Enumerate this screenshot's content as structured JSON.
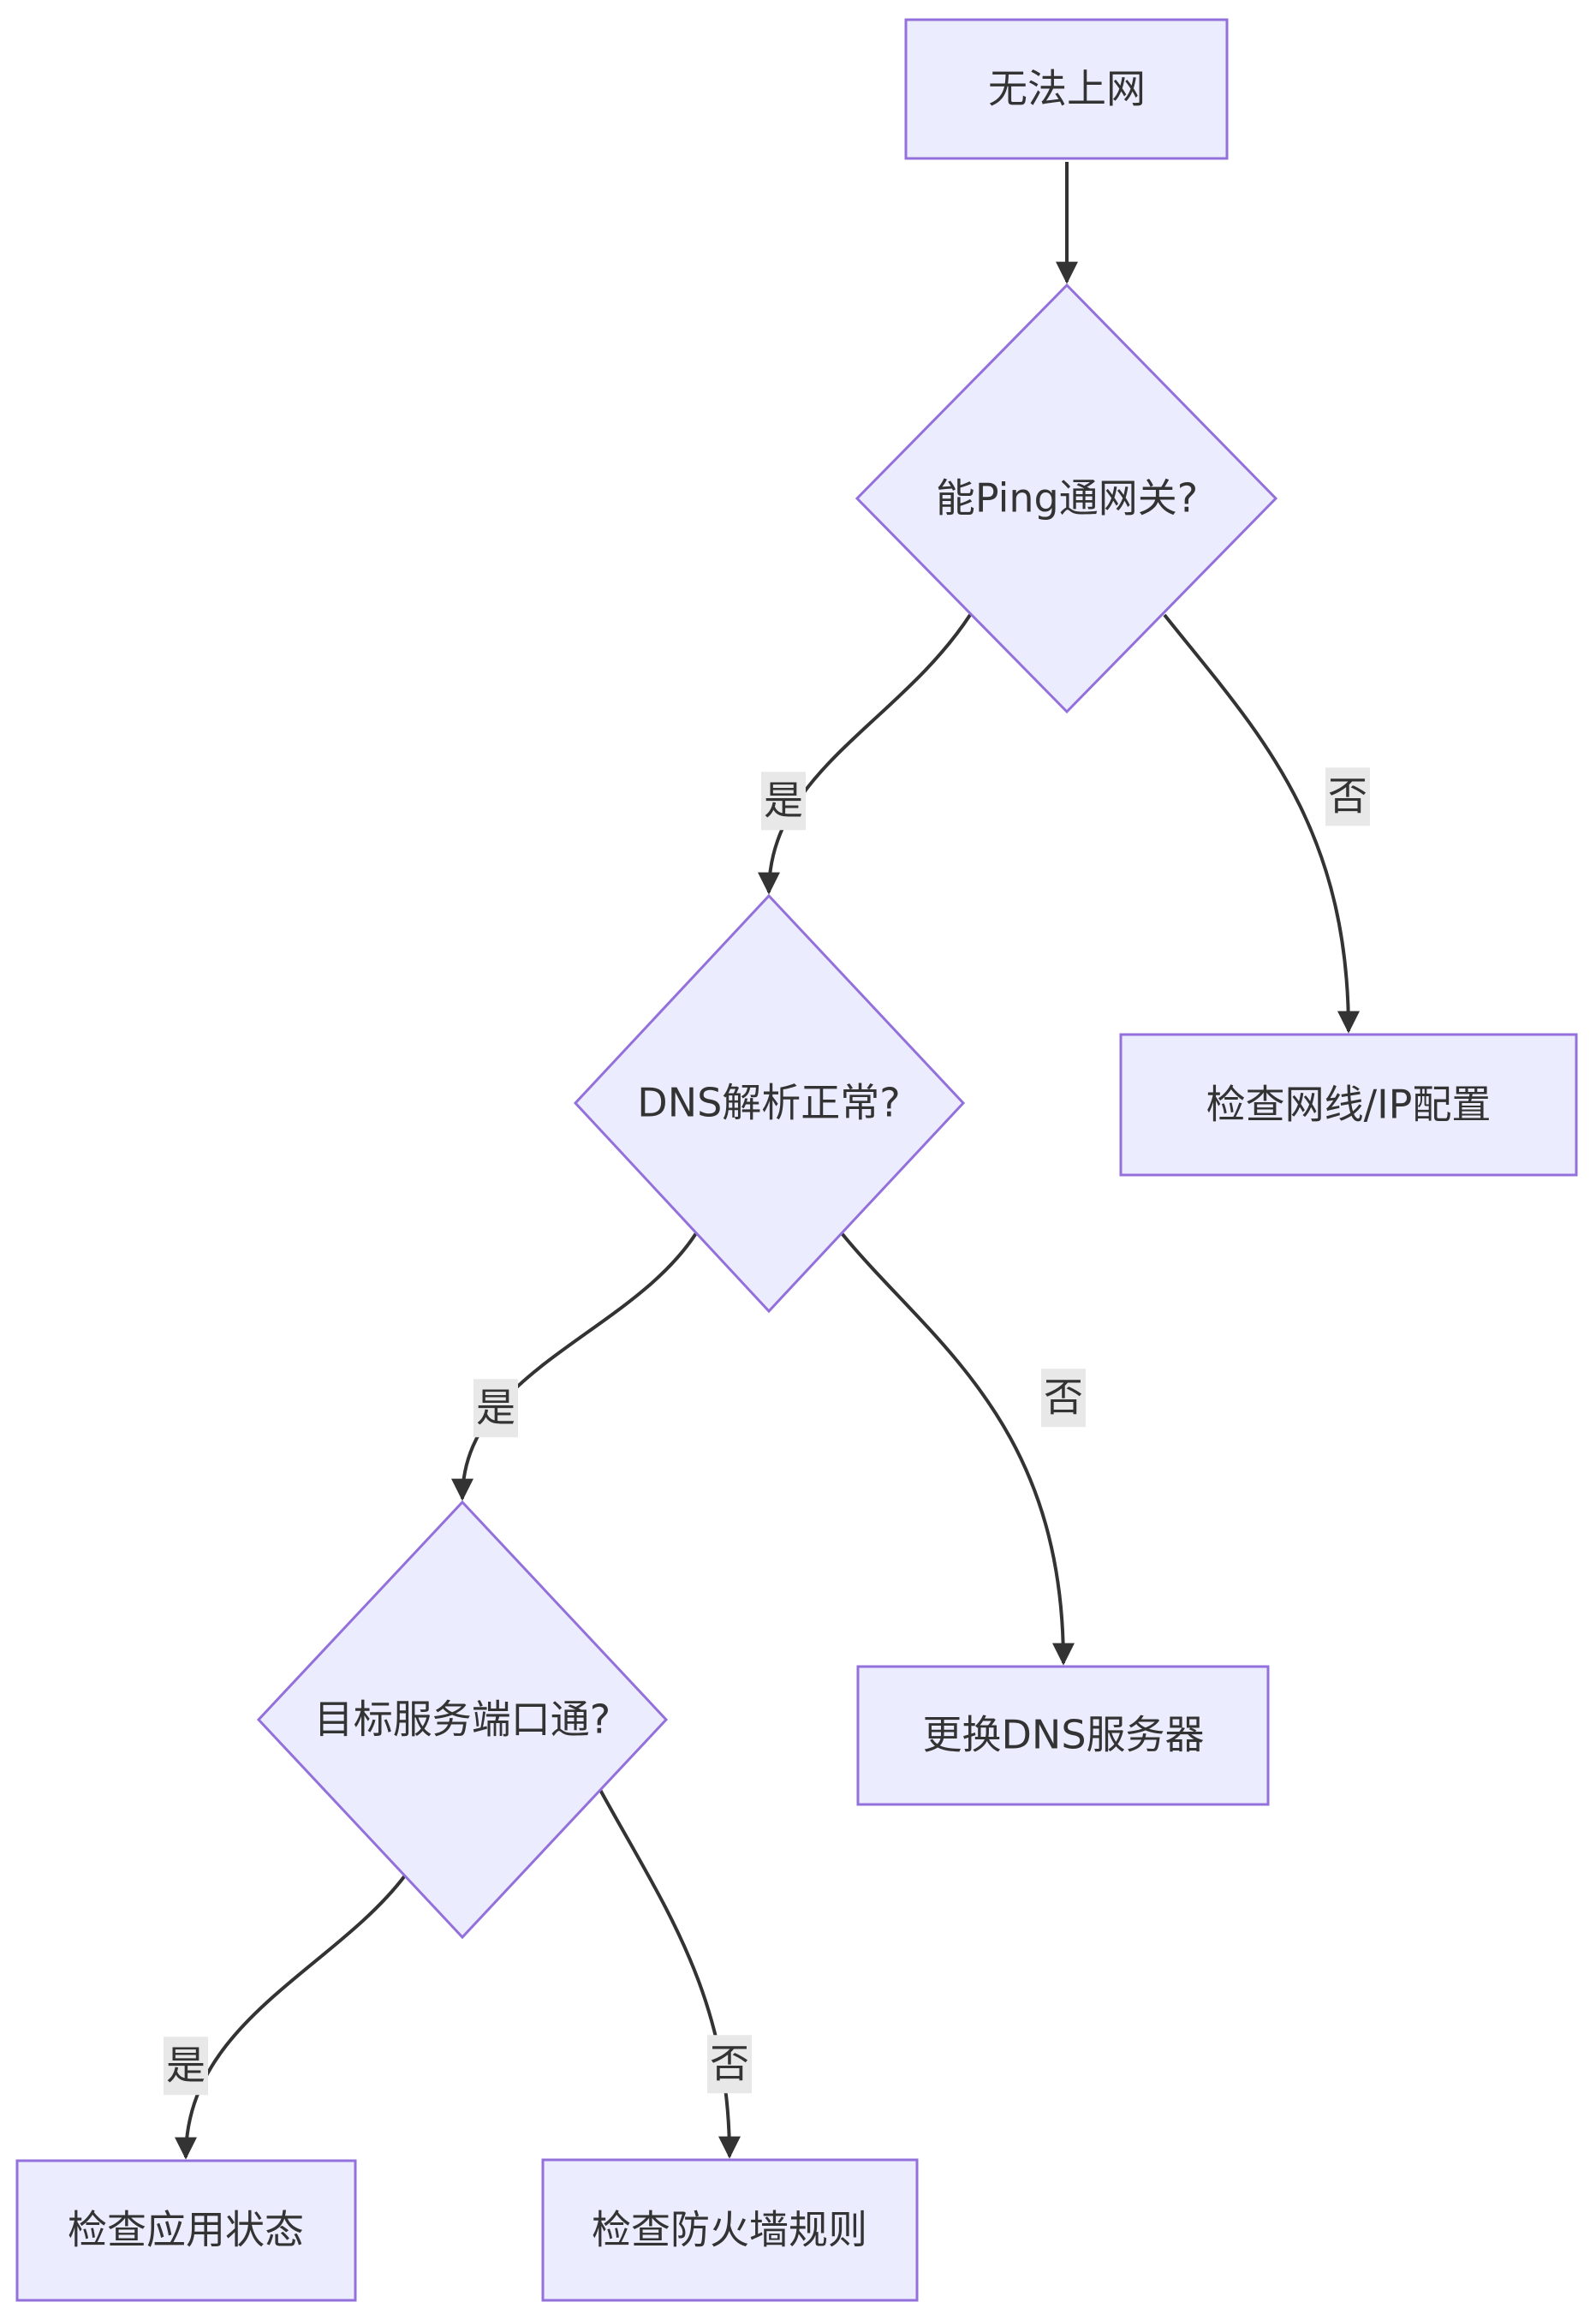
{
  "diagram": {
    "type": "flowchart",
    "direction": "top-down",
    "colors": {
      "background": "#ffffff",
      "node_fill": "#ECECFF",
      "node_border": "#9370DB",
      "edge_color": "#333333",
      "text_color": "#333333",
      "edge_label_bg": "#e8e8e8"
    },
    "nodes": {
      "start": {
        "label": "无法上网",
        "shape": "rect"
      },
      "ping_gateway": {
        "label": "能Ping通网关?",
        "shape": "diamond"
      },
      "check_cable": {
        "label": "检查网线/IP配置",
        "shape": "rect"
      },
      "dns_ok": {
        "label": "DNS解析正常?",
        "shape": "diamond"
      },
      "change_dns": {
        "label": "更换DNS服务器",
        "shape": "rect"
      },
      "port_open": {
        "label": "目标服务端口通?",
        "shape": "diamond"
      },
      "check_app": {
        "label": "检查应用状态",
        "shape": "rect"
      },
      "check_firewall": {
        "label": "检查防火墙规则",
        "shape": "rect"
      }
    },
    "edge_labels": {
      "yes": "是",
      "no": "否"
    },
    "edges": [
      {
        "from": "start",
        "to": "ping_gateway",
        "label": ""
      },
      {
        "from": "ping_gateway",
        "to": "dns_ok",
        "label": "是"
      },
      {
        "from": "ping_gateway",
        "to": "check_cable",
        "label": "否"
      },
      {
        "from": "dns_ok",
        "to": "port_open",
        "label": "是"
      },
      {
        "from": "dns_ok",
        "to": "change_dns",
        "label": "否"
      },
      {
        "from": "port_open",
        "to": "check_app",
        "label": "是"
      },
      {
        "from": "port_open",
        "to": "check_firewall",
        "label": "否"
      }
    ]
  }
}
